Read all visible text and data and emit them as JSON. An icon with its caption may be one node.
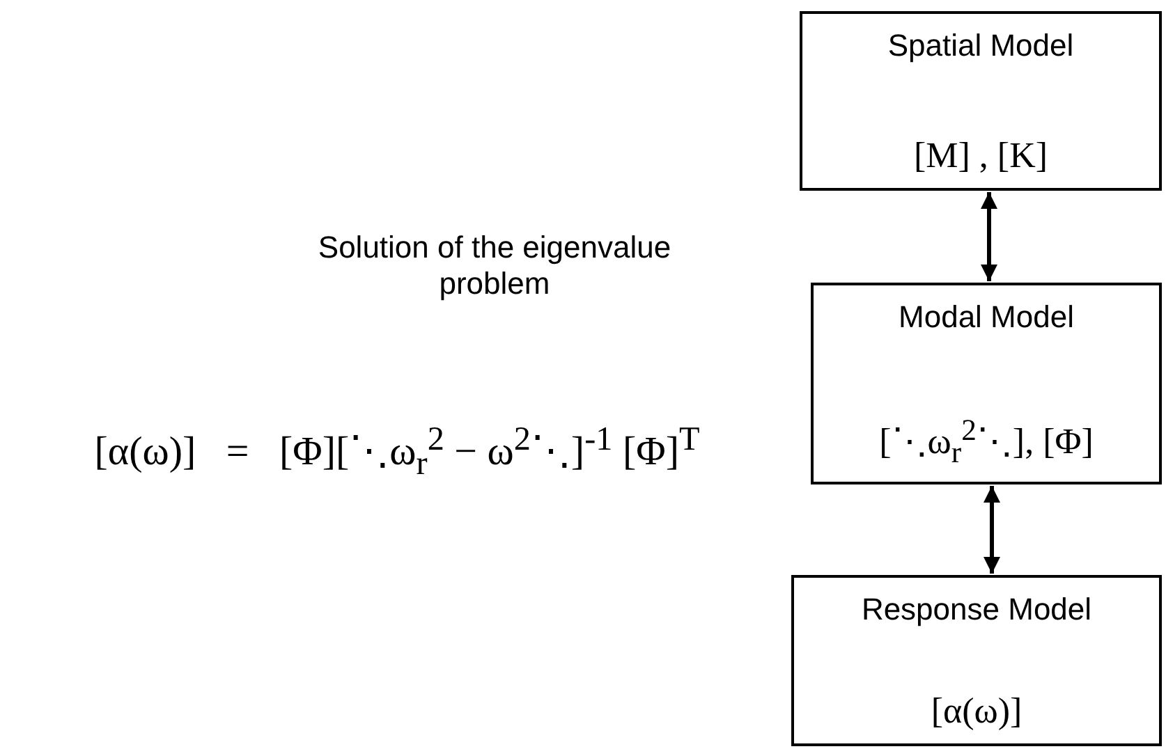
{
  "diagram": {
    "nodes": [
      {
        "text": [
          "Spatial Model",
          "[M] , [K]"
        ]
      },
      {
        "text": [
          "Modal Model",
          "[⋱ω$_{r}$$^{2}$⋱], [Φ]"
        ]
      },
      {
        "text": [
          "Response Model",
          "[α(ω)]"
        ]
      }
    ],
    "edges": [
      {
        "from": 0,
        "to": 1,
        "arrow": "both"
      },
      {
        "from": 1,
        "to": 2,
        "arrow": "both"
      }
    ],
    "labels": [
      "Solution of the eigenvalue problem",
      "[α(ω)]   =   [Φ][⋱ω$_{r}$$^{2}$ − ω$^{2}$⋱]$^{-1}$ [Φ]$^{T}$"
    ]
  }
}
